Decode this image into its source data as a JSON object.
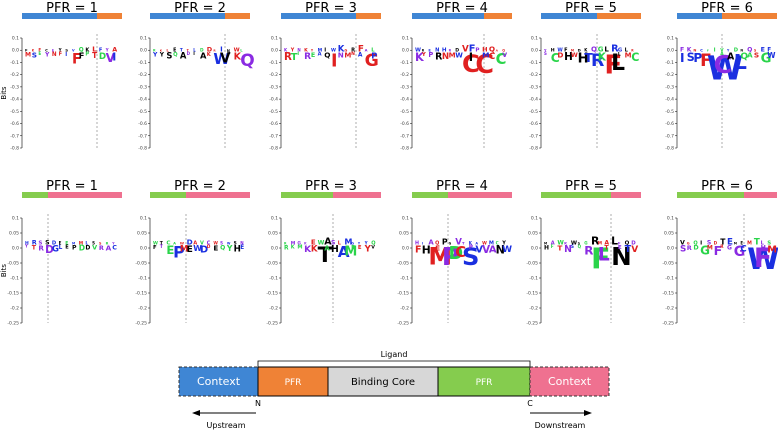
{
  "colors": {
    "context_up": "#3f86d4",
    "pfr_orange": "#ef8236",
    "pfr_green": "#85cc4e",
    "context_down": "#ef7190",
    "core": "#d7d7d7",
    "aa_black": "#000000",
    "aa_blue": "#1a2fe0",
    "aa_red": "#e02020",
    "aa_green": "#2ad44a",
    "aa_purple": "#8a2be2"
  },
  "y_axis_label": "Bits",
  "rows": [
    {
      "bar_left": "context_up",
      "bar_right": "pfr_orange",
      "ticks": [
        "0.1",
        "0.0",
        "-0.1",
        "-0.2",
        "-0.3",
        "-0.4",
        "-0.5",
        "-0.6",
        "-0.7",
        "-0.8"
      ],
      "panels": [
        {
          "title": "PFR = 1"
        },
        {
          "title": "PFR = 2"
        },
        {
          "title": "PFR = 3"
        },
        {
          "title": "PFR = 4"
        },
        {
          "title": "PFR = 5"
        },
        {
          "title": "PFR = 6"
        }
      ]
    },
    {
      "bar_left": "pfr_green",
      "bar_right": "context_down",
      "ticks": [
        "0.1",
        "0.05",
        "0.0",
        "-0.05",
        "-0.1",
        "-0.15",
        "-0.2",
        "-0.25"
      ],
      "panels": [
        {
          "title": "PFR = 1"
        },
        {
          "title": "PFR = 2"
        },
        {
          "title": "PFR = 3"
        },
        {
          "title": "PFR = 4"
        },
        {
          "title": "PFR = 5"
        },
        {
          "title": "PFR = 6"
        }
      ]
    }
  ],
  "diagram": {
    "ligand_label": "Ligand",
    "segments": [
      {
        "label": "Context",
        "color": "context_up",
        "dashed": true
      },
      {
        "label": "PFR",
        "color": "pfr_orange",
        "dashed": false
      },
      {
        "label": "Binding Core",
        "color": "core",
        "dashed": false
      },
      {
        "label": "PFR",
        "color": "pfr_green",
        "dashed": false
      },
      {
        "label": "Context",
        "color": "context_down",
        "dashed": true
      }
    ],
    "n_label": "N",
    "c_label": "C",
    "upstream_label": "Upstream",
    "downstream_label": "Downstream"
  }
}
